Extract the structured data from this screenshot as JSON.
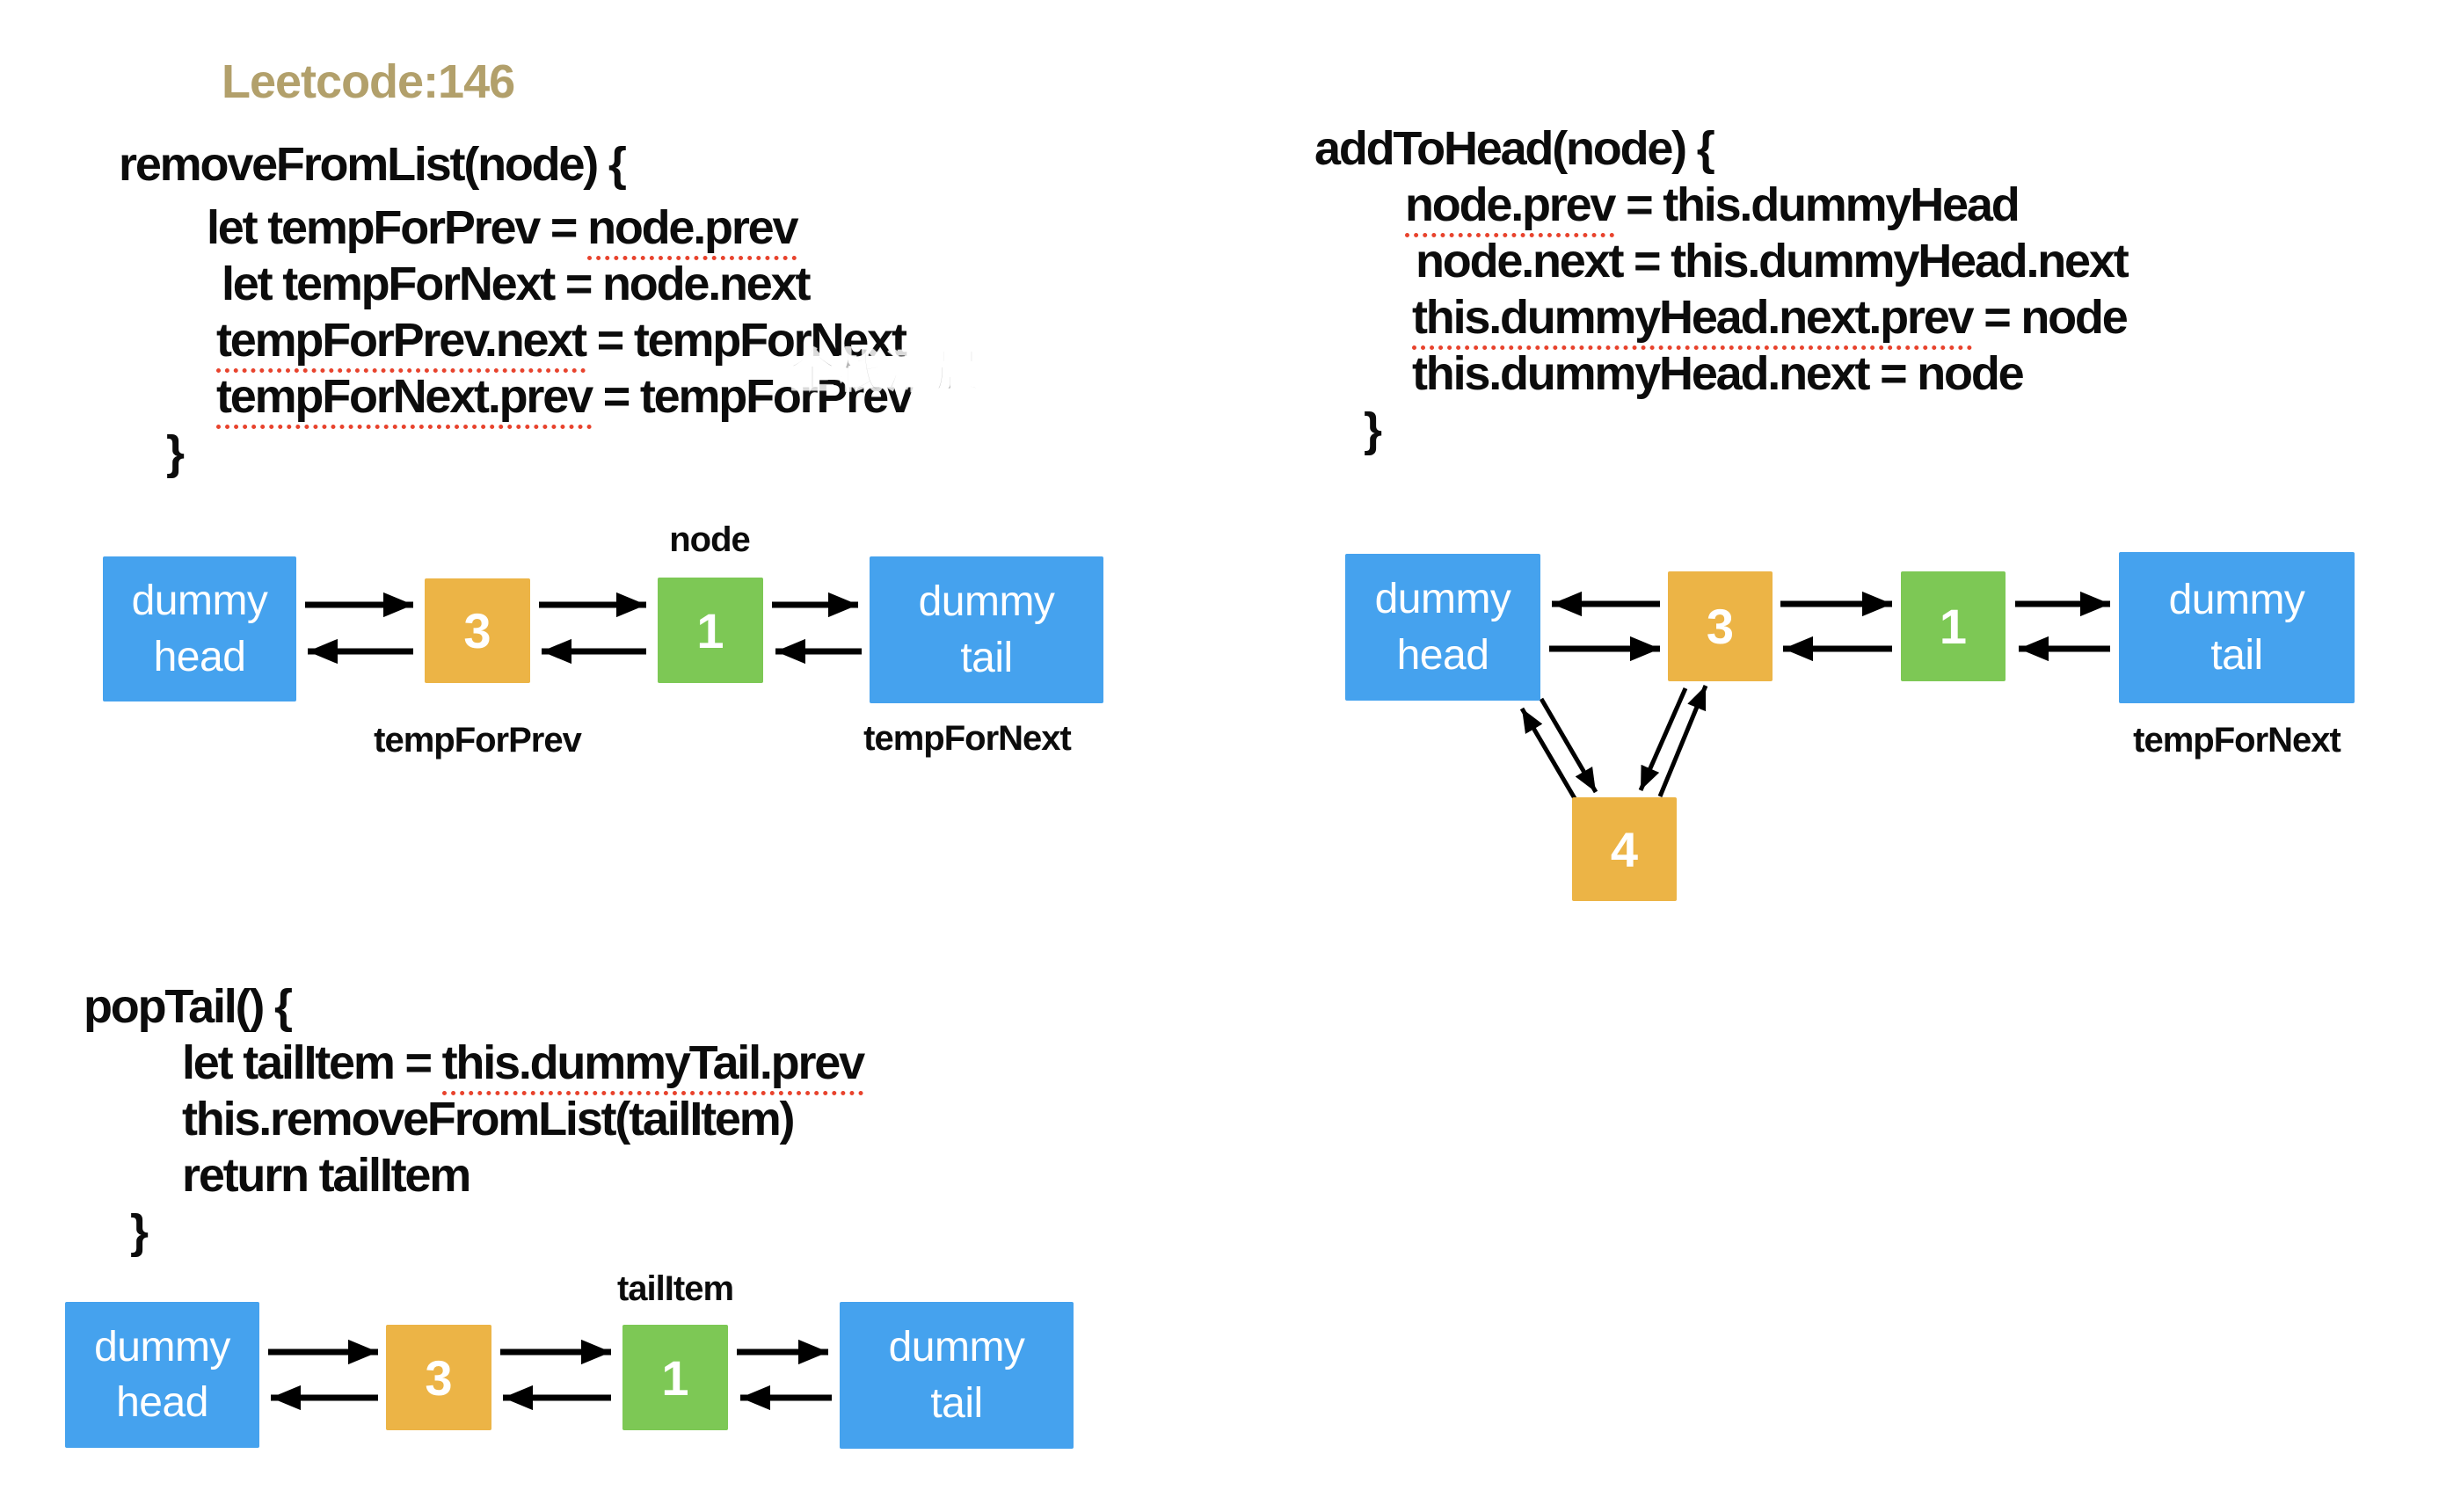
{
  "title": "Leetcode:146",
  "watermark": "全栈潇晨",
  "colors": {
    "title_tan": "#b2a06b",
    "node_blue": "#45a2ee",
    "node_orange": "#ecb446",
    "node_green": "#7dc855",
    "underline_red": "#e8432d",
    "watermark_gray": "#a9a9a9",
    "arrow_black": "#000000"
  },
  "code_blocks": {
    "remove": {
      "header": "removeFromList(node) {",
      "lines": [
        {
          "pre": "let tempForPrev = ",
          "u": "node.prev",
          "post": ""
        },
        {
          "pre": "let tempForNext = node.next",
          "u": "",
          "post": ""
        },
        {
          "pre": "",
          "u": "tempForPrev.next",
          "post": " = tempForNext"
        },
        {
          "pre": "",
          "u": "tempForNext.prev",
          "post": " = tempForPrev"
        }
      ],
      "close": "}"
    },
    "add": {
      "header": "addToHead(node) {",
      "lines": [
        {
          "pre": "",
          "u": "node.prev",
          "post": " = this.dummyHead"
        },
        {
          "pre": "node.next = this.dummyHead.next",
          "u": "",
          "post": ""
        },
        {
          "pre": "",
          "u": "this.dummyHead.next.prev",
          "post": " = node"
        },
        {
          "pre": "this.dummyHead.next = node",
          "u": "",
          "post": ""
        }
      ],
      "close": "}"
    },
    "pop": {
      "header": "popTail() {",
      "lines": [
        {
          "pre": "let tailItem = ",
          "u": "this.dummyTail.prev",
          "post": ""
        },
        {
          "pre": "this.removeFromList(tailItem)",
          "u": "",
          "post": ""
        },
        {
          "pre": "return tailItem",
          "u": "",
          "post": ""
        }
      ],
      "close": "}"
    }
  },
  "diagrams": {
    "remove": {
      "node_label": "node",
      "temp_for_prev_label": "tempForPrev",
      "temp_for_next_label": "tempForNext",
      "boxes": {
        "head": "dummy head",
        "n3": "3",
        "n1": "1",
        "tail": "dummy tail"
      }
    },
    "add": {
      "temp_for_next_label": "tempForNext",
      "boxes": {
        "head": "dummy head",
        "n3": "3",
        "n1": "1",
        "n4": "4",
        "tail": "dummy tail"
      }
    },
    "pop": {
      "tail_item_label": "tailItem",
      "boxes": {
        "head": "dummy head",
        "n3": "3",
        "n1": "1",
        "tail": "dummy tail"
      }
    }
  }
}
